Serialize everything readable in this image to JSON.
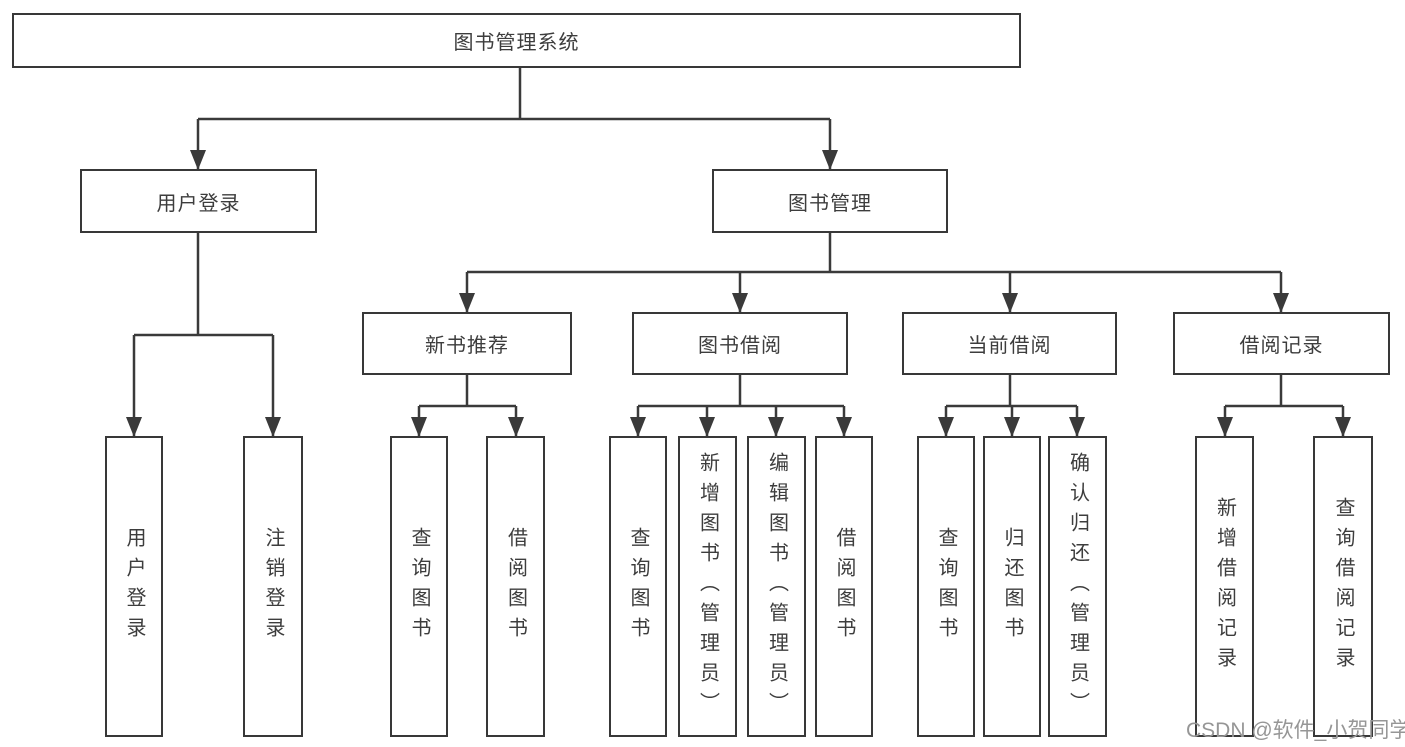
{
  "tree": {
    "label": "图书管理系统",
    "children": [
      {
        "label": "用户登录",
        "children": [
          {
            "label": "用户登录"
          },
          {
            "label": "注销登录"
          }
        ]
      },
      {
        "label": "图书管理",
        "children": [
          {
            "label": "新书推荐",
            "children": [
              {
                "label": "查询图书"
              },
              {
                "label": "借阅图书"
              }
            ]
          },
          {
            "label": "图书借阅",
            "children": [
              {
                "label": "查询图书"
              },
              {
                "label": "新增图书（管理员）"
              },
              {
                "label": "编辑图书（管理员）"
              },
              {
                "label": "借阅图书"
              }
            ]
          },
          {
            "label": "当前借阅",
            "children": [
              {
                "label": "查询图书"
              },
              {
                "label": "归还图书"
              },
              {
                "label": "确认归还（管理员）"
              }
            ]
          },
          {
            "label": "借阅记录",
            "children": [
              {
                "label": "新增借阅记录"
              },
              {
                "label": "查询借阅记录"
              }
            ]
          }
        ]
      }
    ]
  },
  "watermark": {
    "text": "CSDN @软件_小贺同学"
  },
  "colors": {
    "line": "#3a3a3a",
    "box_border": "#383838",
    "box_bg": "#ffffff",
    "text": "#3d3d3d",
    "watermark": "#969696"
  }
}
